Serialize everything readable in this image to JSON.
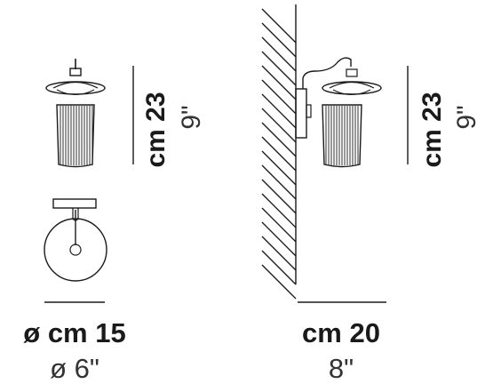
{
  "front_view": {
    "height_metric": "cm 23",
    "height_imperial": "9\""
  },
  "top_view": {
    "diameter_metric": "ø cm 15",
    "diameter_imperial": "ø 6\""
  },
  "side_view": {
    "height_metric": "cm 23",
    "height_imperial": "9\"",
    "depth_metric": "cm 20",
    "depth_imperial": "8\""
  }
}
